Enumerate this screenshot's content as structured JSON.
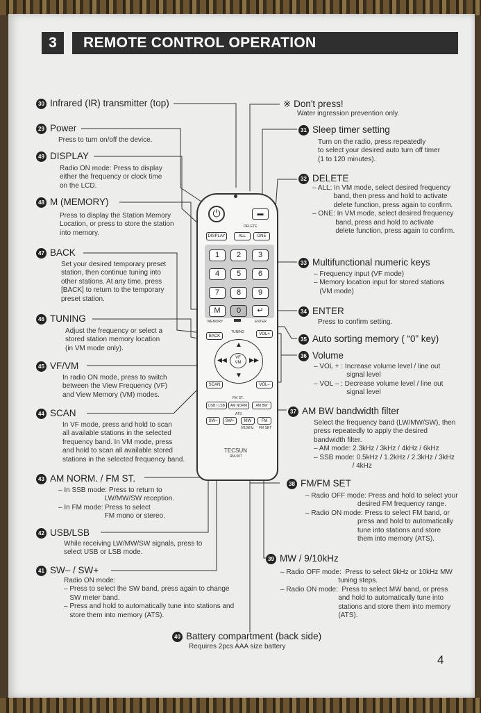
{
  "header": {
    "number": "3",
    "title": "REMOTE CONTROL OPERATION"
  },
  "page_number": "4",
  "items": {
    "i30": {
      "num": "30",
      "title": "Infrared (IR) transmitter (top)"
    },
    "i29": {
      "num": "29",
      "title": "Power",
      "desc": "Press to turn on/off the device."
    },
    "i49": {
      "num": "49",
      "title": "DISPLAY",
      "desc": "Radio ON mode: Press to display\neither the frequency or clock time\non the LCD."
    },
    "i48": {
      "num": "48",
      "title": "M (MEMORY)",
      "desc": "Press to display the Station Memory\nLocation, or press to store the station\ninto memory."
    },
    "i47": {
      "num": "47",
      "title": "BACK",
      "desc": "Set your desired temporary preset\nstation, then continue tuning into\nother stations. At any time, press\n[BACK] to return to the temporary\npreset station."
    },
    "i46": {
      "num": "46",
      "title": "TUNING",
      "desc": "Adjust the frequency or select a\nstored station memory location\n(in VM mode only)."
    },
    "i45": {
      "num": "45",
      "title": "VF/VM",
      "desc": "In radio ON mode, press to switch\nbetween the View Frequency (VF)\nand View Memory (VM) modes."
    },
    "i44": {
      "num": "44",
      "title": "SCAN",
      "desc": "In VF mode, press and hold to scan\nall available stations in the selected\nfrequency band. In VM mode, press\nand hold to scan all available stored\nstations in the selected frequency band."
    },
    "i43": {
      "num": "43",
      "title": "AM NORM. / FM ST.",
      "desc": "– In SSB mode: Press to return to\n                        LW/MW/SW reception.\n– In FM mode: Press to select\n                        FM mono or stereo."
    },
    "i42": {
      "num": "42",
      "title": "USB/LSB",
      "desc": "While receiving LW/MW/SW signals, press to\nselect USB or LSB mode."
    },
    "i41": {
      "num": "41",
      "title": "SW– / SW+",
      "desc": "Radio ON mode:\n– Press to select the SW band, press again to change\n   SW meter band.\n– Press and hold to automatically tune into stations and\n   store them into memory (ATS)."
    },
    "dont": {
      "mark": "※",
      "title": "Don't press!",
      "desc": "Water ingression prevention only."
    },
    "i31": {
      "num": "31",
      "title": "Sleep timer setting",
      "desc": "Turn on the radio, press repeatedly\nto select your desired auto turn off timer\n(1 to 120 minutes)."
    },
    "i32": {
      "num": "32",
      "title": "DELETE",
      "desc": "– ALL: In VM mode, select desired frequency\n           band, then press and hold to activate\n           delete function, press again to confirm.\n– ONE: In VM mode, select desired frequency\n            band, press and hold to activate\n            delete function, press again to confirm."
    },
    "i33": {
      "num": "33",
      "title": "Multifunctional numeric keys",
      "desc": "– Frequency input (VF mode)\n– Memory location input for stored stations\n   (VM mode)"
    },
    "i34": {
      "num": "34",
      "title": "ENTER",
      "desc": "Press to confirm setting."
    },
    "i35": {
      "num": "35",
      "title": "Auto sorting memory ( “0” key)"
    },
    "i36": {
      "num": "36",
      "title": "Volume",
      "desc": "– VOL + : Increase volume level / line out\n                 signal level\n– VOL – : Decrease volume level / line out\n                 signal level"
    },
    "i37": {
      "num": "37",
      "title": "AM BW bandwidth filter",
      "desc": "Select the frequency band (LW/MW/SW), then\npress repeatedly to apply the desired\nbandwidth filter.\n– AM mode: 2.3kHz / 3kHz / 4kHz / 6kHz\n– SSB mode: 0.5kHz / 1.2kHz / 2.3kHz / 3kHz\n                    / 4kHz"
    },
    "i38": {
      "num": "38",
      "title": "FM/FM SET",
      "desc": "– Radio OFF mode: Press and hold to select your\n                           desired FM frequency range.\n– Radio ON mode: Press to select FM band, or\n                           press and hold to automatically\n                           tune into stations and store\n                           them into memory (ATS)."
    },
    "i39": {
      "num": "39",
      "title": "MW / 9/10kHz",
      "desc": "– Radio OFF mode:  Press to select 9kHz or 10kHz MW\n                              tuning steps.\n– Radio ON mode:  Press to select MW band, or press\n                              and hold to automatically tune into\n                              stations and store them into memory\n                              (ATS)."
    },
    "i40": {
      "num": "40",
      "title": "Battery compartment (back side)",
      "desc": "Requires 2pcs AAA size battery"
    }
  },
  "remote": {
    "display": "DISPLAY",
    "all": "ALL",
    "one": "ONE",
    "delete": "DELETE",
    "keys": [
      "1",
      "2",
      "3",
      "4",
      "5",
      "6",
      "7",
      "8",
      "9"
    ],
    "m": "M",
    "zero": "0",
    "enter_sym": "↵",
    "memory": "MEMORY",
    "enter": "ENTER",
    "back": "BACK",
    "tuning": "TUNING",
    "volp": "VOL+",
    "volm": "VOL–",
    "scan": "SCAN",
    "vfvm": "VF\nVM",
    "fmst": "FM ST.",
    "usblsb": "USB / LSB",
    "amnorm": "AM NORM",
    "ambw": "AM BW",
    "ats": "ATS",
    "swm": "SW–",
    "swp": "SW+",
    "mw": "MW",
    "fm": "FM",
    "khz": "9/10kHz",
    "fmset": "FM SET",
    "brand": "TECSUN",
    "model": "RM-007"
  }
}
